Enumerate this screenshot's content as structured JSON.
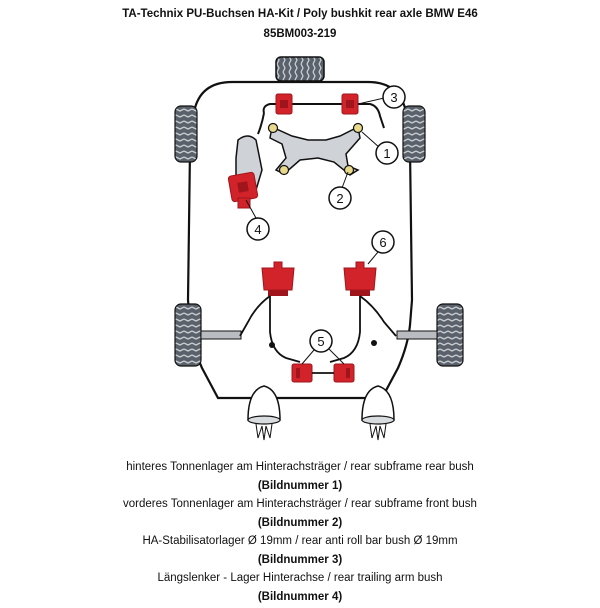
{
  "header": {
    "title": "TA-Technix PU-Buchsen HA-Kit / Poly bushkit rear axle BMW E46",
    "code": "85BM003-219"
  },
  "callouts": [
    "1",
    "2",
    "3",
    "4",
    "5",
    "6"
  ],
  "legend": [
    {
      "text": "hinteres Tonnenlager am Hinterachsträger / rear subframe rear bush",
      "ref": "(Bildnummer 1)"
    },
    {
      "text": "vorderes Tonnenlager am Hinterachsträger / rear subframe front bush",
      "ref": "(Bildnummer 2)"
    },
    {
      "text": "HA-Stabilisatorlager Ø 19mm / rear anti roll bar bush Ø 19mm",
      "ref": "(Bildnummer 3)"
    },
    {
      "text": "Längslenker - Lager Hinterachse / rear trailing arm bush",
      "ref": "(Bildnummer 4)"
    }
  ],
  "colors": {
    "bush": "#d2232a",
    "bush_dark": "#a0151b",
    "outline": "#111111",
    "tyre": "#4a5058",
    "yellow_bush": "#e9d98a"
  }
}
